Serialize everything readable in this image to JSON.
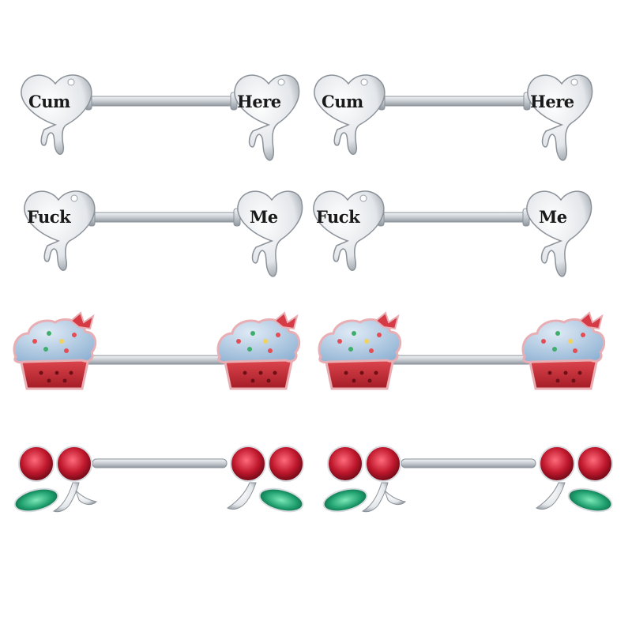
{
  "colors": {
    "silver": "#d9dde2",
    "silver_dark": "#9aa1a8",
    "frosting": "#a9c6e0",
    "cake_red": "#c62a33",
    "ruby": "#c0182d",
    "emerald": "#1f9f6e",
    "bow": "#d53a45"
  },
  "rows": [
    {
      "kind": "heart-pair",
      "left_word": "Cum",
      "right_word": "Here"
    },
    {
      "kind": "heart-pair",
      "left_word": "Fuck",
      "right_word": "Me"
    },
    {
      "kind": "cupcake-pair"
    },
    {
      "kind": "cherry-pair"
    }
  ]
}
